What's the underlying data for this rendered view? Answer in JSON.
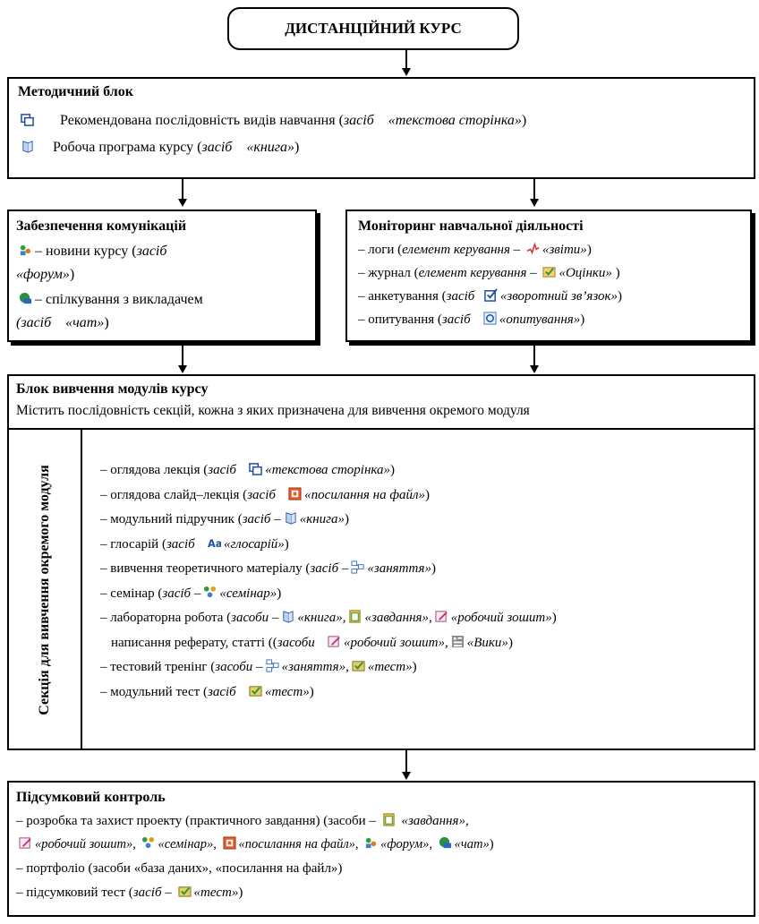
{
  "title": "ДИСТАНЦІЙНИЙ КУРС",
  "method_block": {
    "title": "Методичний блок",
    "line1_text": "Рекомендована послідовність видів навчання (",
    "line1_tool": "засіб",
    "line1_item": "«текстова сторінка»",
    "line1_end": ")",
    "line2_text": "Робоча програма курсу (",
    "line2_tool": "засіб",
    "line2_item": "«книга»",
    "line2_end": ")"
  },
  "communications": {
    "title": "Забезпечення комунікацій",
    "l1_text": "– новини курсу (",
    "l1_tool": "засіб",
    "l2_item": "«форум»",
    "l2_end": ")",
    "l3_text": "– спілкування з викладачем",
    "l4_tool": "(засіб",
    "l4_item": "«чат»",
    "l4_end": ")"
  },
  "monitoring": {
    "title": "Моніторинг навчальної діяльності",
    "l1_text": "– логи (",
    "l1_tool": "елемент керування –",
    "l1_item": "«звіти»",
    "l1_end": ")",
    "l2_text": "– журнал (",
    "l2_tool": "елемент керування –",
    "l2_item": "«Оцінки»",
    "l2_end": " )",
    "l3_text": "– анкетування (",
    "l3_tool": "засіб",
    "l3_item": "«зворотний зв’язок»",
    "l3_end": ")",
    "l4_text": "– опитування (",
    "l4_tool": "засіб",
    "l4_item": "«опитування»",
    "l4_end": ")"
  },
  "modules": {
    "title": "Блок вивчення модулів курсу",
    "subtitle": "Містить послідовність секцій, кожна з яких призначена для вивчення окремого модуля",
    "side_label": "Секція для вивчення окремого модуля",
    "r1_text": "– оглядова лекція (",
    "r1_tool": "засіб",
    "r1_item": "«текстова сторінка»",
    "r1_end": ")",
    "r2_text": "– оглядова слайд–лекція (",
    "r2_tool": "засіб",
    "r2_item": "«посилання на файл»",
    "r2_end": ")",
    "r3_text": "– модульний підручник (",
    "r3_tool": "засіб –",
    "r3_item": "«книга»",
    "r3_end": ")",
    "r4_text": "– глосарій (",
    "r4_tool": "засіб",
    "r4_item": "«глосарій»",
    "r4_end": ")",
    "r5_text": "– вивчення теоретичного матеріалу (",
    "r5_tool": "засіб –",
    "r5_item": "«заняття»",
    "r5_end": ")",
    "r6_text": "– семінар (",
    "r6_tool": "засіб –",
    "r6_item": "«семінар»",
    "r6_end": ")",
    "r7_text": "– лабораторна робота (",
    "r7_tool": "засоби –",
    "r7_item1": "«книга»,",
    "r7_item2": "«завдання»,",
    "r7_item3": "«робочий зошит»",
    "r7_end": ")",
    "r8_text": "написання реферату, статті ((",
    "r8_tool": "засоби",
    "r8_item1": "«робочий зошит»,",
    "r8_item2": "«Вики»",
    "r8_end": ")",
    "r9_text": "– тестовий тренінг (",
    "r9_tool": "засоби –",
    "r9_item1": "«заняття»,",
    "r9_item2": "«тест»",
    "r9_end": ")",
    "r10_text": "– модульний тест (",
    "r10_tool": "засіб",
    "r10_item": "«тест»",
    "r10_end": ")"
  },
  "final": {
    "title": "Підсумковий контроль",
    "l1_text": "– розробка та захист проекту (практичного завдання) (засоби –",
    "l1_item": "«завдання»,",
    "l2_item1": "«робочий зошит»,",
    "l2_item2": "«семінар»,",
    "l2_item3": "«посилання на файл»,",
    "l2_item4": "«форум»,",
    "l2_item5": "«чат»",
    "l2_end": ")",
    "l3_text": "– портфоліо (засоби «база даних», «посилання на файл»)",
    "l4_text": "– підсумковий тест (",
    "l4_tool": "засіб –",
    "l4_item": "«тест»",
    "l4_end": ")"
  }
}
